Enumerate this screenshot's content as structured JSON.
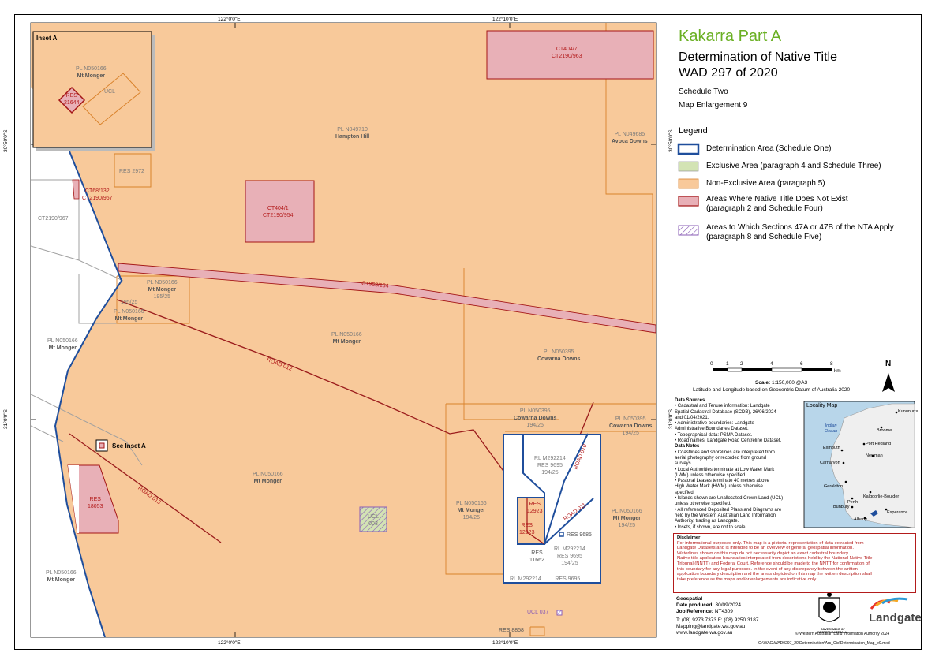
{
  "title": {
    "name": "Kakarra Part A",
    "line1": "Determination of Native Title",
    "line2": "WAD 297 of 2020",
    "schedule": "Schedule Two",
    "enlargement": "Map Enlargement 9"
  },
  "colors": {
    "accent_title": "#6ab023",
    "map_fill": "#f8c99a",
    "determination": "#1f4e9c",
    "exclusive": "#d3e3b4",
    "non_exclusive": "#f8c99a",
    "no_native_title": "#e8b0b7",
    "section_47": "#8a5cb5",
    "boundary_red": "#a31515"
  },
  "legend": {
    "heading": "Legend",
    "items": [
      {
        "label": "Determination Area (Schedule One)"
      },
      {
        "label": "Exclusive Area (paragraph 4 and Schedule Three)"
      },
      {
        "label": "Non-Exclusive Area (paragraph 5)"
      },
      {
        "label": "Areas Where Native Title Does Not Exist",
        "label2": "(paragraph 2 and Schedule Four)"
      },
      {
        "label": "Areas to Which Sections 47A or 47B of the NTA Apply",
        "label2": "(paragraph 8 and Schedule Five)"
      }
    ]
  },
  "scale": {
    "ticks": [
      "0",
      "1",
      "2",
      "4",
      "6",
      "8"
    ],
    "unit": "km",
    "text_bold": "Scale:",
    "text": "1:150,000 @A3",
    "datum": "Latitude and Longitude based on Geocentric Datum of Australia 2020",
    "north": "N"
  },
  "coords": {
    "top_left": "122°0'0\"E",
    "top_right": "122°10'0\"E",
    "bottom_left": "122°0'0\"E",
    "bottom_right": "122°10'0\"E",
    "left_upper": "30°50'0\"S",
    "left_lower": "31°0'0\"S",
    "right_upper": "30°50'0\"S",
    "right_lower": "31°0'0\"S"
  },
  "inset": {
    "title": "Inset A",
    "pl": "PL N050166",
    "pl_name": "Mt Monger",
    "res": "RES",
    "res_num": "21644",
    "ucl": "UCL",
    "see": "See Inset A"
  },
  "labels": {
    "hampton_pl": "PL N049710",
    "hampton": "Hampton Hill",
    "avoca_pl": "PL N049685",
    "avoca": "Avoca Downs",
    "res2972": "RES 2972",
    "ct68a": "CT68/132",
    "ct68b": "CT2190/967",
    "ct2190": "CT2190/967",
    "ct404_1a": "CT404/1",
    "ct404_1b": "CT2190/954",
    "ct404_7a": "CT404/7",
    "ct404_7b": "CT2190/963",
    "ct958": "CT958/134",
    "pl1_a": "PL N050166",
    "pl1_b": "Mt Monger",
    "pl1_c": "195/25",
    "p195": "195/25",
    "pl2_a": "PL N050166",
    "pl2_b": "Mt Monger",
    "pl3_a": "PL N050166",
    "pl3_b": "Mt Monger",
    "pl4_a": "PL N050166",
    "pl4_b": "Mt Monger",
    "cow1_a": "PL N050395",
    "cow1_b": "Cowarna Downs",
    "cow2_a": "PL N050395",
    "cow2_b": "Cowarna Downs",
    "cow2_c": "194/25",
    "cow3_a": "PL N050395",
    "cow3_b": "Cowarna Downs",
    "cow3_c": "194/25",
    "road012": "ROAD 012",
    "road013": "ROAD 013",
    "road010": "ROAD 010",
    "road011": "ROAD 011",
    "pl5_a": "PL N050166",
    "pl5_b": "Mt Monger",
    "pl6_a": "PL N050166",
    "pl6_b": "Mt Monger",
    "pl6_c": "194/25",
    "pl7_a": "PL N050166",
    "pl7_b": "Mt Monger",
    "pl7_c": "194/25",
    "pl8_a": "PL N050166",
    "pl8_b": "Mt Monger",
    "res18053_a": "RES",
    "res18053_b": "18053",
    "ucl003_a": "UCL",
    "ucl003_b": "003",
    "rl1_a": "RL M292214",
    "rl1_b": "RES 9695",
    "rl1_c": "194/25",
    "rl2_a": "RL M292214",
    "rl2_b": "RES 9695",
    "rl2_c": "194/25",
    "rl3_a": "RL M292214",
    "rl3_b": "RES 9695",
    "res12923a_a": "RES",
    "res12923a_b": "12923",
    "res12923b_a": "RES",
    "res12923b_b": "12923",
    "res11662_a": "RES",
    "res11662_b": "11662",
    "res9685": "RES 9685",
    "ucl037": "UCL 037",
    "res8858": "RES 8858"
  },
  "sources": {
    "h1": "Data Sources",
    "lines1": [
      "• Cadastral and Tenure information: Landgate",
      "  Spatial Cadastral Database (SCDB), 26/06/2024",
      "  and 01/04/2021.",
      "• Administrative boundaries: Landgate",
      "  Administrative Boundaries Dataset.",
      "• Topographical data: PSMA Dataset.",
      "• Road names: Landgate Road Centreline Dataset."
    ],
    "h2": "Data Notes",
    "lines2": [
      "• Coastlines and shorelines are interpreted from",
      "  aerial photography or recorded from ground",
      "  surveys.",
      "• Local Authorities terminate at Low Water Mark",
      "  (LWM) unless otherwise specified.",
      "• Pastoral Leases terminate 40 metres above",
      "  High Water Mark (HWM) unless otherwise",
      "  specified.",
      "• Islands shown are Unallocated Crown Land (UCL)",
      "  unless otherwise specified.",
      "• All referenced Deposited Plans and Diagrams are",
      "  held by the Western Australian Land Information",
      "  Authority, trading as Landgate.",
      "• Insets, if shown, are not to scale."
    ]
  },
  "locality": {
    "title": "Locality Map",
    "places": [
      "Kununurra",
      "Broome",
      "Port Hedland",
      "Newman",
      "Exmouth",
      "Carnarvon",
      "Geraldton",
      "Kalgoorlie-Boulder",
      "Perth",
      "Bunbury",
      "Esperance",
      "Albany"
    ],
    "ocean": "Indian",
    "ocean2": "Ocean"
  },
  "disclaimer": {
    "h": "Disclaimer",
    "lines": [
      "For informational purposes only. This map is a pictorial representation of data extracted from",
      "Landgate Datasets and is intended to be an overview of general geospatial information.",
      "Waterlines shown on this map do not necessarily depict an exact cadastral boundary.",
      "Native title application boundaries interpolated from descriptions held by the National Native Title",
      "Tribunal (NNTT) and Federal Court. Reference should be made to the NNTT for confirmation of",
      "this boundary for any legal purposes. In the event of any discrepancy between the written",
      "application boundary description and the areas depicted on this map the written description shall",
      "take preference as the maps and/or enlargements are indicative only."
    ]
  },
  "footer": {
    "geo": "Geospatial",
    "date_l": "Date produced:",
    "date": "30/09/2024",
    "job_l": "Job Reference:",
    "job": "NT4309",
    "tel": "T: (08) 9273 7373   F: (08) 9250 3187",
    "email": "Mapping@landgate.wa.gov.au",
    "web": "www.landgate.wa.gov.au",
    "gov1": "GOVERNMENT OF",
    "gov2": "WESTERN AUSTRALIA",
    "landgate": "Landgate",
    "copyright": "© Western Australian Land Information Authority 2024",
    "path": "G:\\WAG\\WAD0297_20\\Determination\\Arc_Gis\\Determination_Map_e9.mxd"
  }
}
